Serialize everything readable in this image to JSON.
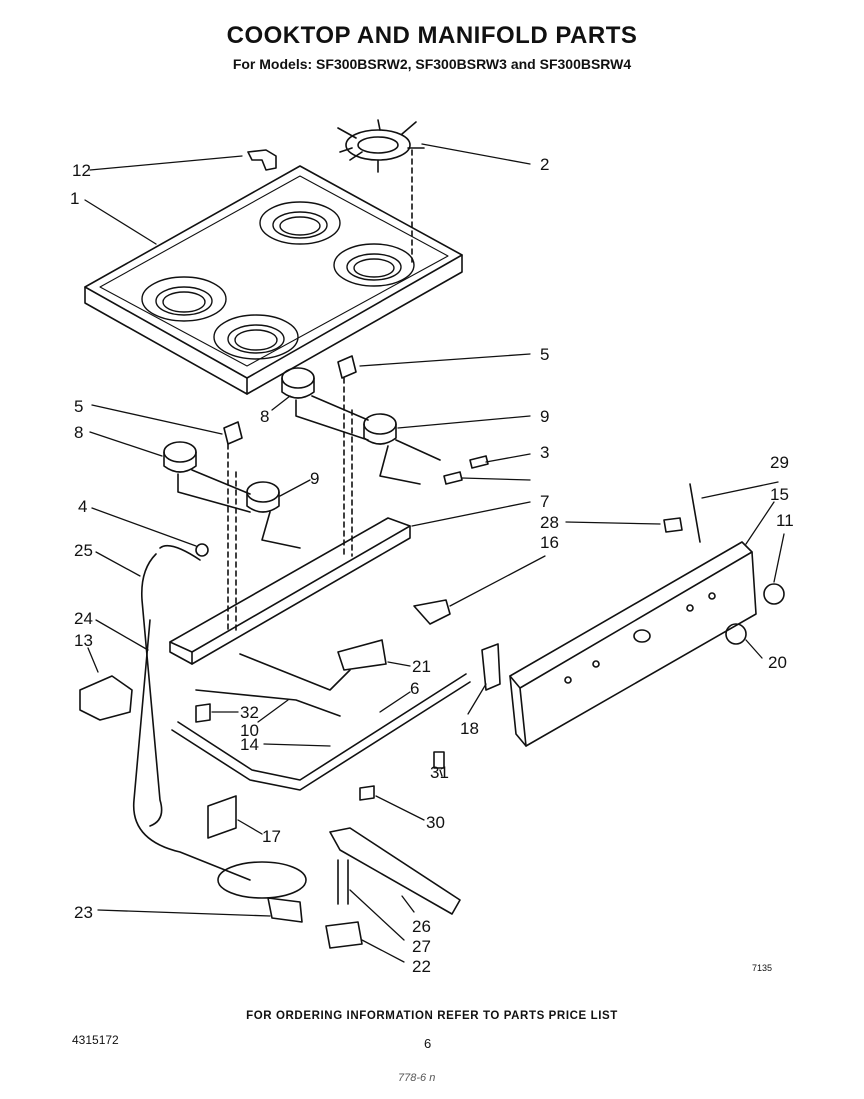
{
  "header": {
    "title": "COOKTOP AND MANIFOLD PARTS",
    "subtitle": "For Models: SF300BSRW2, SF300BSRW3 and SF300BSRW4"
  },
  "callouts": [
    "1",
    "2",
    "3",
    "4",
    "5",
    "5",
    "6",
    "7",
    "8",
    "8",
    "9",
    "9",
    "10",
    "11",
    "12",
    "13",
    "14",
    "15",
    "16",
    "17",
    "18",
    "20",
    "21",
    "22",
    "23",
    "24",
    "25",
    "26",
    "27",
    "28",
    "29",
    "30",
    "31",
    "32"
  ],
  "footer": {
    "note": "FOR ORDERING INFORMATION REFER TO PARTS PRICE LIST",
    "part_number": "4315172",
    "page": "6",
    "figure_code": "7135",
    "bottom_mark": "778-6 n"
  }
}
